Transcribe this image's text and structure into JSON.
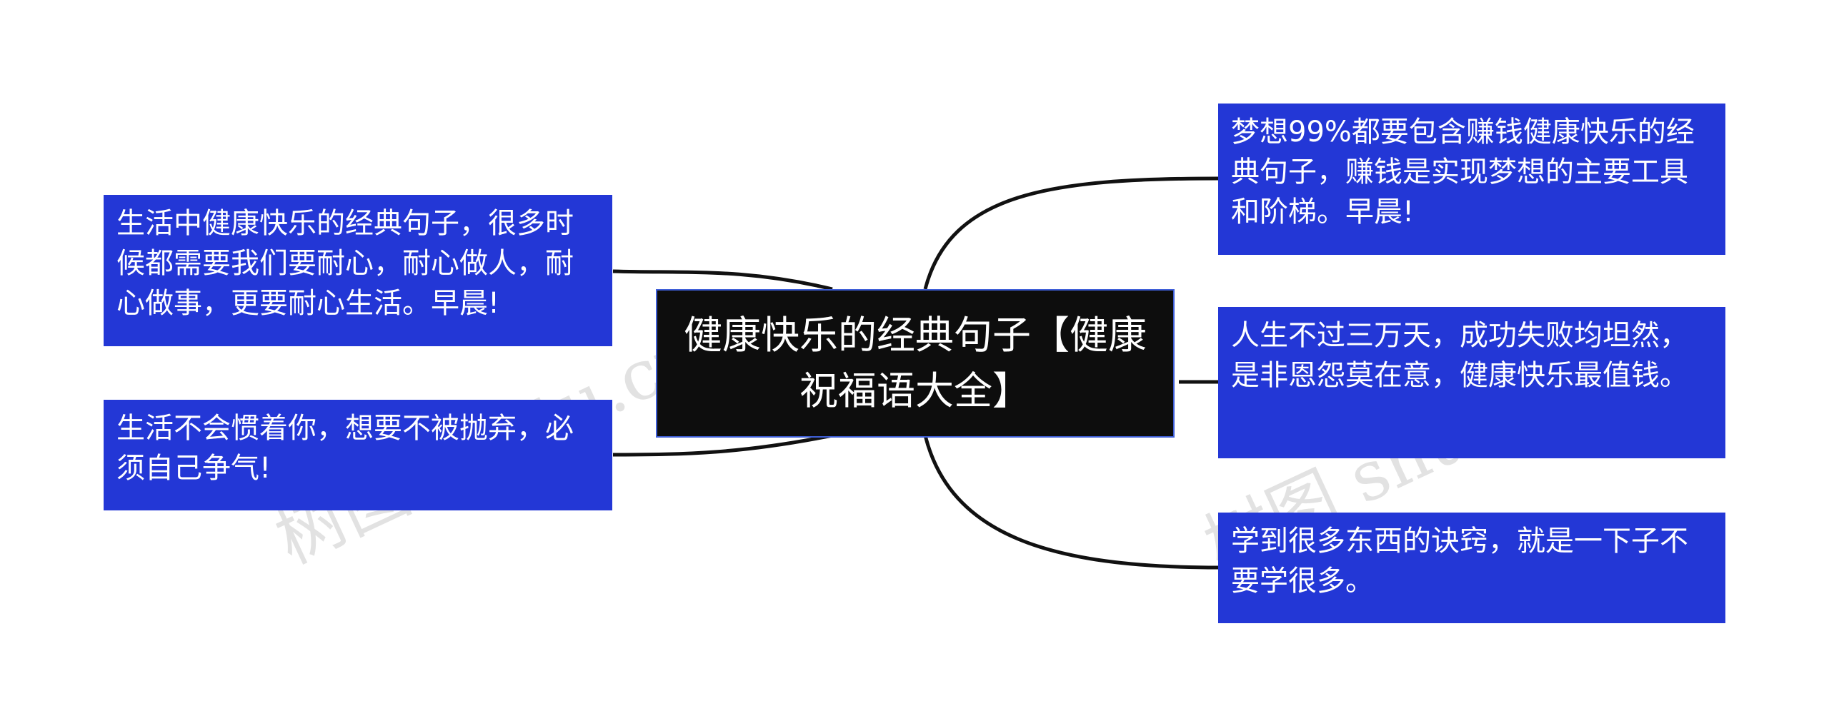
{
  "mindmap": {
    "root": "健康快乐的经典句子【健康祝福语大全】",
    "left": [
      "生活中健康快乐的经典句子，很多时候都需要我们要耐心，耐心做人，耐心做事，更要耐心生活。早晨!",
      "生活不会惯着你，想要不被抛弃，必须自己争气!"
    ],
    "right": [
      "梦想99%都要包含赚钱健康快乐的经典句子，赚钱是实现梦想的主要工具和阶梯。早晨!",
      "人生不过三万天，成功失败均坦然，是非恩怨莫在意，健康快乐最值钱。",
      "学到很多东西的诀窍，就是一下子不要学很多。"
    ]
  },
  "watermark": {
    "left": "树图 shutu.cn",
    "right": "树图 shutu.cn"
  },
  "colors": {
    "node_fill": "#2337d6",
    "root_fill": "#0d0d0d",
    "root_border": "#3f5fd8",
    "link": "#111111"
  }
}
